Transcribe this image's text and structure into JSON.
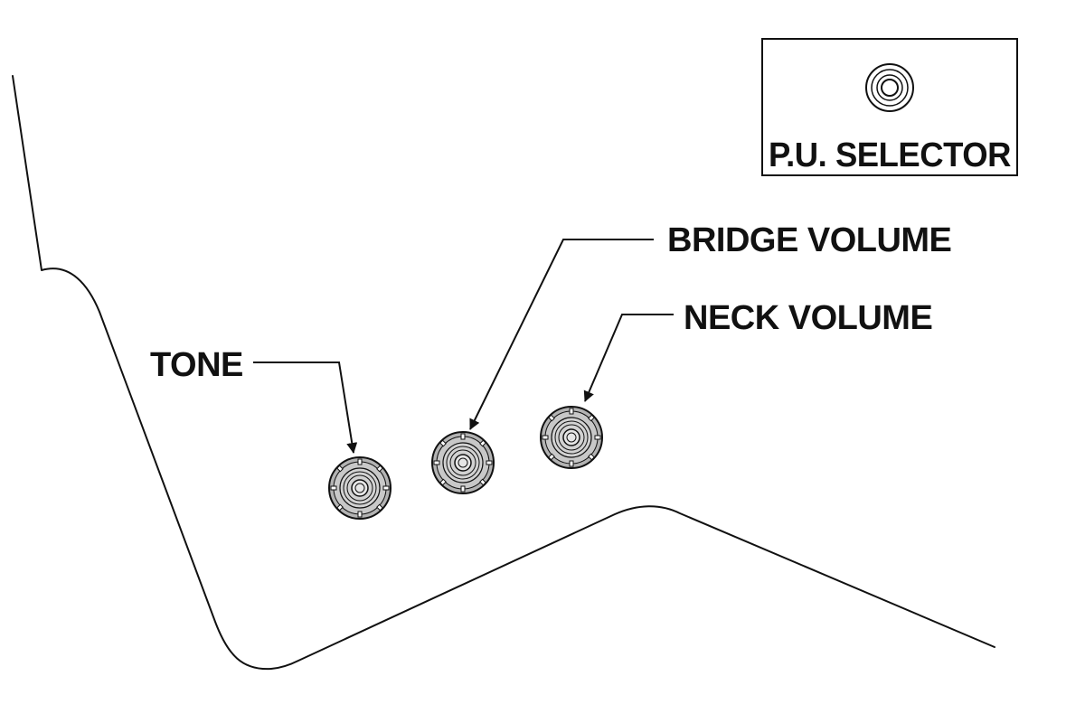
{
  "labels": {
    "tone": "TONE",
    "bridge_volume": "BRIDGE VOLUME",
    "neck_volume": "NECK VOLUME",
    "pu_selector": "P.U. SELECTOR"
  },
  "colors": {
    "line": "#111111",
    "knob_fill": "#b3b3b3",
    "knob_inner": "#d2d2d2",
    "background": "#ffffff"
  },
  "icons": {
    "knob": "control-knob-icon",
    "selector": "toggle-switch-icon"
  }
}
